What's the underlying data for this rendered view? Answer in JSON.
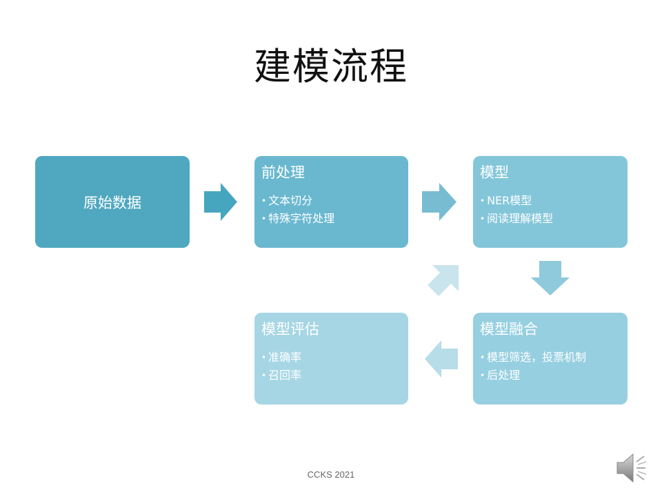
{
  "title": "建模流程",
  "nodes": {
    "raw": {
      "label": "原始数据"
    },
    "pre": {
      "label": "前处理",
      "items": [
        "文本切分",
        "特殊字符处理"
      ]
    },
    "model": {
      "label": "模型",
      "items": [
        "NER模型",
        "阅读理解模型"
      ]
    },
    "fusion": {
      "label": "模型融合",
      "items": [
        "模型筛选，投票机制",
        "后处理"
      ]
    },
    "eval": {
      "label": "模型评估",
      "items": [
        "准确率",
        "召回率"
      ]
    }
  },
  "footer": "CCKS 2021",
  "icons": {
    "audio": "speaker-icon"
  },
  "colors": {
    "raw": "#4fa8c0",
    "pre": "#6ab8d0",
    "model": "#83c6da",
    "fusion": "#96cfe0",
    "eval": "#a6d6e4"
  }
}
